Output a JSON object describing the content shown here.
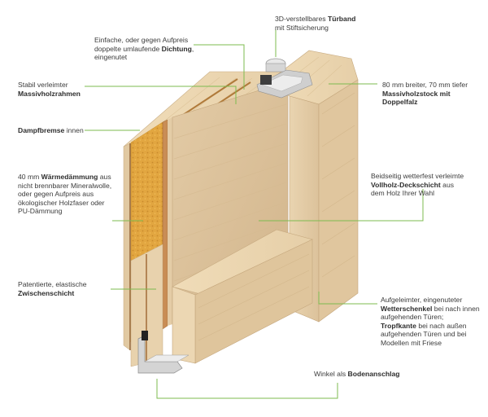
{
  "accent_color": "#7dbb4f",
  "callouts": [
    {
      "id": "tuerband",
      "lines": [
        {
          "pre": "3D-verstellbares ",
          "bold": "Türband",
          "post": ""
        },
        {
          "pre": "mit Stiftsicherung",
          "bold": "",
          "post": ""
        }
      ]
    },
    {
      "id": "dichtung",
      "lines": [
        {
          "pre": "Einfache, oder gegen Aufpreis",
          "bold": "",
          "post": ""
        },
        {
          "pre": "doppelte umlaufende ",
          "bold": "Dichtung",
          "post": ","
        },
        {
          "pre": "eingenutet",
          "bold": "",
          "post": ""
        }
      ]
    },
    {
      "id": "rahmen",
      "lines": [
        {
          "pre": "Stabil verleimter",
          "bold": "",
          "post": ""
        },
        {
          "pre": "",
          "bold": "Massivholzrahmen",
          "post": ""
        }
      ]
    },
    {
      "id": "stock",
      "lines": [
        {
          "pre": "80 mm breiter, 70 mm tiefer",
          "bold": "",
          "post": ""
        },
        {
          "pre": "",
          "bold": "Massivholzstock mit",
          "post": ""
        },
        {
          "pre": "",
          "bold": "Doppelfalz",
          "post": ""
        }
      ]
    },
    {
      "id": "dampf",
      "lines": [
        {
          "pre": "",
          "bold": "Dampfbremse",
          "post": " innen"
        }
      ]
    },
    {
      "id": "waerme",
      "lines": [
        {
          "pre": "40 mm ",
          "bold": "Wärmedämmung",
          "post": " aus"
        },
        {
          "pre": "nicht brennbarer Mineralwolle,",
          "bold": "",
          "post": ""
        },
        {
          "pre": "oder gegen Aufpreis aus",
          "bold": "",
          "post": ""
        },
        {
          "pre": "ökologischer Holzfaser oder",
          "bold": "",
          "post": ""
        },
        {
          "pre": "PU-Dämmung",
          "bold": "",
          "post": ""
        }
      ]
    },
    {
      "id": "deck",
      "lines": [
        {
          "pre": "Beidseitig wetterfest verleimte",
          "bold": "",
          "post": ""
        },
        {
          "pre": "",
          "bold": "Vollholz-Deckschicht",
          "post": " aus"
        },
        {
          "pre": "dem Holz Ihrer Wahl",
          "bold": "",
          "post": ""
        }
      ]
    },
    {
      "id": "zwischen",
      "lines": [
        {
          "pre": "Patentierte, elastische",
          "bold": "",
          "post": ""
        },
        {
          "pre": "",
          "bold": "Zwischenschicht",
          "post": ""
        }
      ]
    },
    {
      "id": "wetter",
      "lines": [
        {
          "pre": "Aufgeleimter, eingenuteter",
          "bold": "",
          "post": ""
        },
        {
          "pre": "",
          "bold": "Wetterschenkel",
          "post": " bei nach innen"
        },
        {
          "pre": "aufgehenden Türen;",
          "bold": "",
          "post": ""
        },
        {
          "pre": "",
          "bold": "Tropfkante",
          "post": " bei nach außen"
        },
        {
          "pre": "aufgehenden Türen und bei",
          "bold": "",
          "post": ""
        },
        {
          "pre": "Modellen mit Friese",
          "bold": "",
          "post": ""
        }
      ]
    },
    {
      "id": "boden",
      "lines": [
        {
          "pre": "Winkel als ",
          "bold": "Bodenanschlag",
          "post": ""
        }
      ]
    }
  ]
}
